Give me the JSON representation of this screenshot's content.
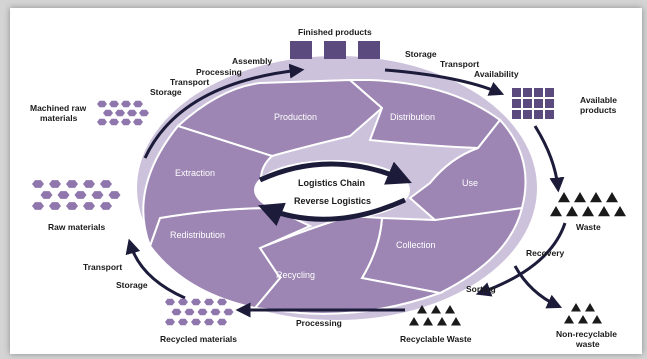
{
  "colors": {
    "segment": "#9d86b3",
    "segment_light": "#b6a4c8",
    "segment_edge": "#ffffff",
    "ring_bg": "#cdc2dc",
    "dark_purple": "#5b4a7d",
    "swatch": "#8f77ad",
    "arrow": "#1c1c3a"
  },
  "center": {
    "logistics_chain": "Logistics Chain",
    "reverse_logistics": "Reverse Logistics"
  },
  "segments": [
    "Production",
    "Distribution",
    "Use",
    "Collection",
    "Recycling",
    "Redistribution",
    "Extraction"
  ],
  "labels": {
    "finished_products": "Finished products",
    "available_products": "Available\nproducts",
    "waste": "Waste",
    "recyclable_waste": "Recyclable Waste",
    "non_recyclable_waste": "Non-recyclable\nwaste",
    "recycled_materials": "Recycled materials",
    "raw_materials": "Raw materials",
    "machined_raw_materials": "Machined raw\nmaterials"
  },
  "flows": {
    "assembly": "Assembly",
    "processing_top": "Processing",
    "transport_top": "Transport",
    "storage_top": "Storage",
    "storage_right": "Storage",
    "transport_right": "Transport",
    "availability": "Availability",
    "recovery": "Recovery",
    "sorting": "Sorting",
    "processing_bottom": "Processing",
    "transport_left": "Transport",
    "storage_left": "Storage"
  }
}
